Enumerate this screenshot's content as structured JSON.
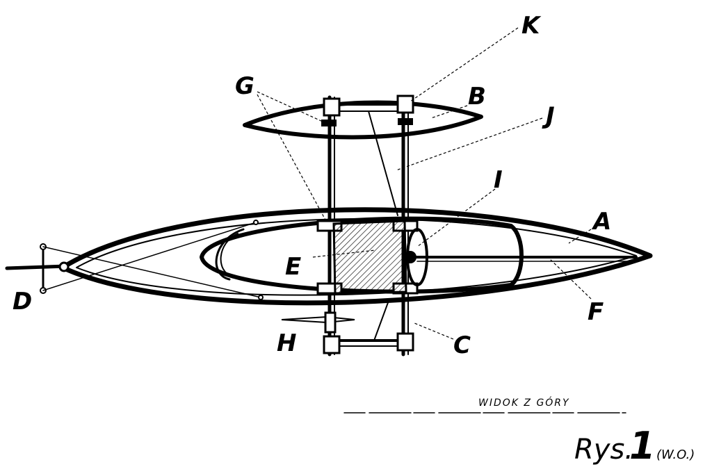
{
  "labels": {
    "a": "A",
    "b": "B",
    "c": "C",
    "d": "D",
    "e": "E",
    "f": "F",
    "g": "G",
    "h": "H",
    "i": "I",
    "j": "J",
    "k": "K"
  },
  "caption": {
    "view": "WIDOK Z GÓRY",
    "figure_prefix": "Rys.",
    "figure_number": "1",
    "figure_note": "(W.O.)"
  },
  "colors": {
    "ink": "#000000",
    "paper": "#ffffff",
    "hatch": "#000000"
  }
}
